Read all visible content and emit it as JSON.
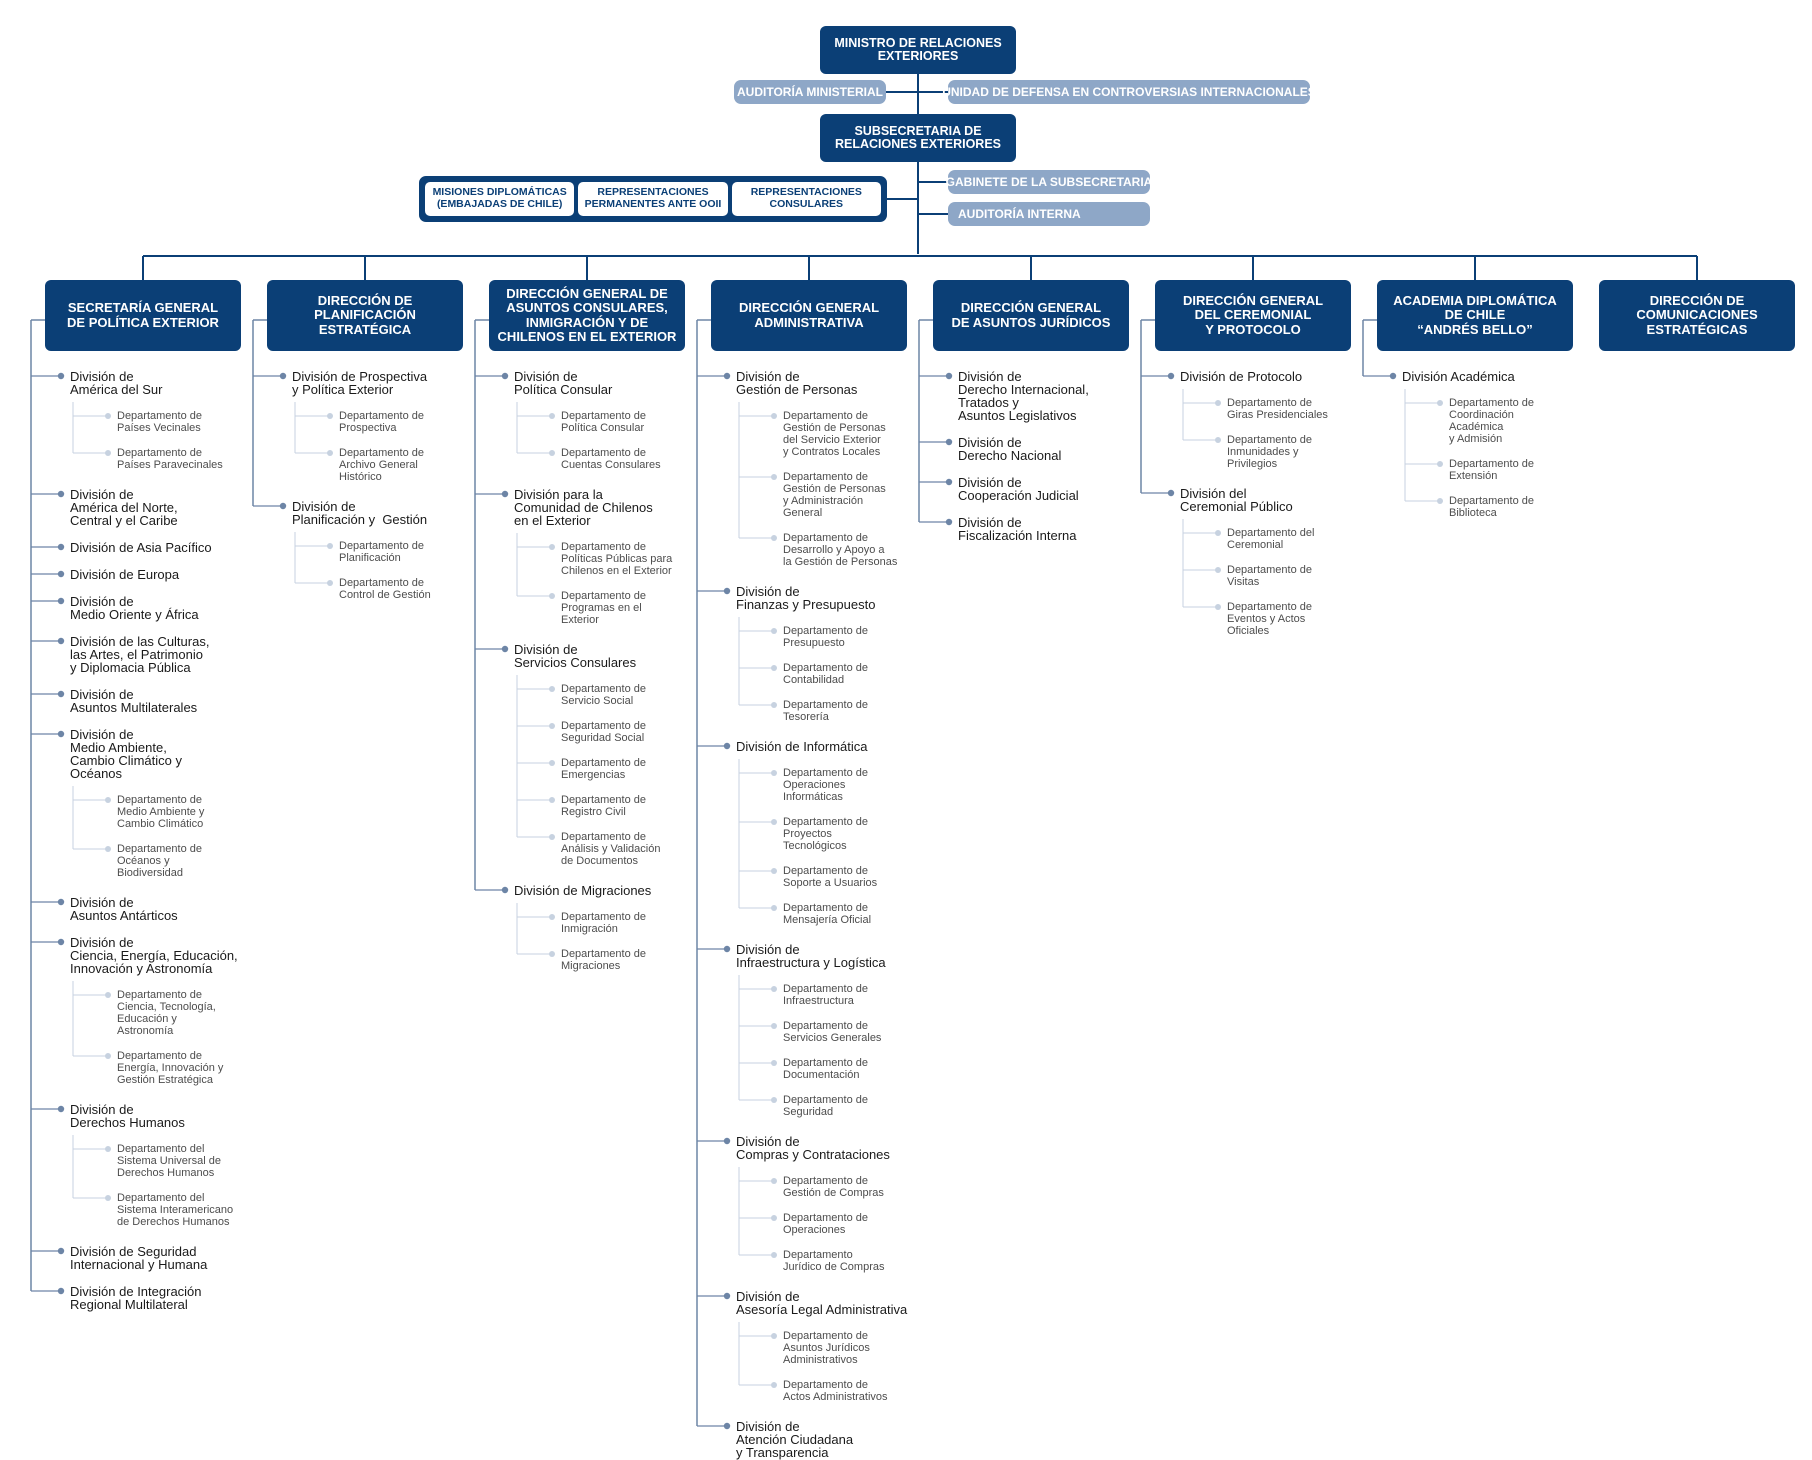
{
  "minister": "MINISTRO DE RELACIONES\nEXTERIORES",
  "auditoria_ministerial": "AUDITORÍA MINISTERIAL",
  "unidad_defensa": "UNIDAD DE DEFENSA EN CONTROVERSIAS INTERNACIONALES",
  "subsecretaria": "SUBSECRETARIA DE\nRELACIONES EXTERIORES",
  "gabinete": "GABINETE DE LA SUBSECRETARIA",
  "auditoria_interna": "AUDITORÍA INTERNA",
  "group": [
    "MISIONES DIPLOMÁTICAS\n(EMBAJADAS DE CHILE)",
    "REPRESENTACIONES\nPERMANENTES ANTE OOII",
    "REPRESENTACIONES\nCONSULARES"
  ],
  "columns": [
    {
      "title": "SECRETARÍA GENERAL\nDE POLÍTICA EXTERIOR",
      "items": [
        {
          "name": "División de\nAmérica del Sur",
          "depts": [
            "Departamento de\nPaíses Vecinales",
            "Departamento de\nPaíses Paravecinales"
          ]
        },
        {
          "name": "División de\nAmérica del Norte,\nCentral y el Caribe",
          "depts": []
        },
        {
          "name": "División de Asia Pacífico",
          "depts": []
        },
        {
          "name": "División de Europa",
          "depts": []
        },
        {
          "name": "División de\nMedio Oriente y África",
          "depts": []
        },
        {
          "name": "División de las Culturas,\nlas Artes, el Patrimonio\ny Diplomacia Pública",
          "depts": []
        },
        {
          "name": "División de\nAsuntos Multilaterales",
          "depts": []
        },
        {
          "name": "División de\nMedio Ambiente,\nCambio Climático y\nOcéanos",
          "depts": [
            "Departamento de\nMedio Ambiente y\nCambio Climático",
            "Departamento de\nOcéanos y\nBiodiversidad"
          ]
        },
        {
          "name": "División de\nAsuntos Antárticos",
          "depts": []
        },
        {
          "name": "División de\nCiencia, Energía, Educación,\nInnovación y Astronomía",
          "depts": [
            "Departamento de\nCiencia, Tecnología,\nEducación y\nAstronomía",
            "Departamento de\nEnergía, Innovación y\nGestión Estratégica"
          ]
        },
        {
          "name": "División de\nDerechos Humanos",
          "depts": [
            "Departamento del\nSistema Universal de\nDerechos Humanos",
            "Departamento del\nSistema Interamericano\nde Derechos Humanos"
          ]
        },
        {
          "name": "División de Seguridad\nInternacional y Humana",
          "depts": []
        },
        {
          "name": "División de Integración\nRegional Multilateral",
          "depts": []
        }
      ]
    },
    {
      "title": "DIRECCIÓN DE\nPLANIFICACIÓN\nESTRATÉGICA",
      "items": [
        {
          "name": "División de Prospectiva\ny Política Exterior",
          "depts": [
            "Departamento de\nProspectiva",
            "Departamento de\nArchivo General\nHistórico"
          ]
        },
        {
          "name": "División de\nPlanificación y  Gestión",
          "depts": [
            "Departamento de\nPlanificación",
            "Departamento de\nControl de Gestión"
          ]
        }
      ]
    },
    {
      "title": "DIRECCIÓN GENERAL DE\nASUNTOS CONSULARES,\nINMIGRACIÓN Y DE\nCHILENOS EN EL EXTERIOR",
      "items": [
        {
          "name": "División de\nPolítica Consular",
          "depts": [
            "Departamento de\nPolítica Consular",
            "Departamento de\nCuentas Consulares"
          ]
        },
        {
          "name": "División para la\nComunidad de Chilenos\nen el Exterior",
          "depts": [
            "Departamento de\nPolíticas Públicas para\nChilenos en el Exterior",
            "Departamento de\nProgramas en el\nExterior"
          ]
        },
        {
          "name": "División de\nServicios Consulares",
          "depts": [
            "Departamento de\nServicio Social",
            "Departamento de\nSeguridad Social",
            "Departamento de\nEmergencias",
            "Departamento de\nRegistro Civil",
            "Departamento de\nAnálisis y Validación\nde Documentos"
          ]
        },
        {
          "name": "División de Migraciones",
          "depts": [
            "Departamento de\nInmigración",
            "Departamento de\nMigraciones"
          ]
        }
      ]
    },
    {
      "title": "DIRECCIÓN GENERAL\nADMINISTRATIVA",
      "items": [
        {
          "name": "División de\nGestión de Personas",
          "depts": [
            "Departamento de\nGestión de Personas\ndel Servicio Exterior\ny Contratos Locales",
            "Departamento de\nGestión de Personas\ny Administración\nGeneral",
            "Departamento de\nDesarrollo y Apoyo a\nla Gestión de Personas"
          ]
        },
        {
          "name": "División de\nFinanzas y Presupuesto",
          "depts": [
            "Departamento de\nPresupuesto",
            "Departamento de\nContabilidad",
            "Departamento de\nTesorería"
          ]
        },
        {
          "name": "División de Informática",
          "depts": [
            "Departamento de\nOperaciones\nInformáticas",
            "Departamento de\nProyectos\nTecnológicos",
            "Departamento de\nSoporte a Usuarios",
            "Departamento de\nMensajería Oficial"
          ]
        },
        {
          "name": "División de\nInfraestructura y Logística",
          "depts": [
            "Departamento de\nInfraestructura",
            "Departamento de\nServicios Generales",
            "Departamento de\nDocumentación",
            "Departamento de\nSeguridad"
          ]
        },
        {
          "name": "División de\nCompras y Contrataciones",
          "depts": [
            "Departamento de\nGestión de Compras",
            "Departamento de\nOperaciones",
            "Departamento\nJurídico de Compras"
          ]
        },
        {
          "name": "División de\nAsesoría Legal Administrativa",
          "depts": [
            "Departamento de\nAsuntos Jurídicos\nAdministrativos",
            "Departamento de\nActos Administrativos"
          ]
        },
        {
          "name": "División de\nAtención Ciudadana\ny Transparencia",
          "depts": []
        }
      ]
    },
    {
      "title": "DIRECCIÓN GENERAL\nDE ASUNTOS JURÍDICOS",
      "items": [
        {
          "name": "División de\nDerecho Internacional,\nTratados y\nAsuntos Legislativos",
          "depts": []
        },
        {
          "name": "División de\nDerecho Nacional",
          "depts": []
        },
        {
          "name": "División de\nCooperación Judicial",
          "depts": []
        },
        {
          "name": "División de\nFiscalización Interna",
          "depts": []
        }
      ]
    },
    {
      "title": "DIRECCIÓN GENERAL\nDEL CEREMONIAL\nY PROTOCOLO",
      "items": [
        {
          "name": "División de Protocolo",
          "depts": [
            "Departamento de\nGiras Presidenciales",
            "Departamento de\nInmunidades y\nPrivilegios"
          ]
        },
        {
          "name": "División del\nCeremonial Público",
          "depts": [
            "Departamento del\nCeremonial",
            "Departamento de\nVisitas",
            "Departamento de\nEventos y Actos\nOficiales"
          ]
        }
      ]
    },
    {
      "title": "ACADEMIA DIPLOMÁTICA\nDE CHILE\n“ANDRÉS BELLO”",
      "items": [
        {
          "name": "División Académica",
          "depts": [
            "Departamento de\nCoordinación\nAcadémica\ny Admisión",
            "Departamento de\nExtensión",
            "Departamento de\nBiblioteca"
          ]
        }
      ]
    },
    {
      "title": "DIRECCIÓN DE\nCOMUNICACIONES\nESTRATÉGICAS",
      "items": []
    }
  ]
}
